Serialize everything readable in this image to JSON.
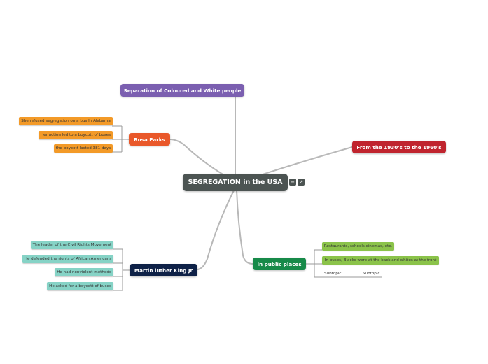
{
  "central": {
    "label": "SEGREGATION in the USA",
    "color": "#4c5452",
    "icons": [
      "notes-icon",
      "link-icon"
    ]
  },
  "topics": {
    "separation": {
      "label": "Separation of Coloured and White people",
      "color": "#7b5fb0"
    },
    "rosa": {
      "label": "Rosa Parks",
      "color": "#e9582a",
      "subtopics": [
        "She refused segregation on a bus In Alabama",
        "Her action led to a boycott of buses",
        "the boycott lasted 381 days"
      ]
    },
    "period": {
      "label": "From the 1930's to the 1960's",
      "color": "#c0242e"
    },
    "mlk": {
      "label": "Martin luther King Jr",
      "color": "#0e2147",
      "subtopics": [
        "The leader of the Civil Rights Movement",
        "He defended the rights of African Americans",
        "He had nonviolent methods",
        "He asked for a boycott of buses"
      ]
    },
    "public": {
      "label": "In public places",
      "color": "#178a49",
      "subtopics": [
        "Restaurants, schools,cinemas, etc.",
        "In buses, Blacks were at the back and whites at the front"
      ],
      "placeholders": [
        "Subtopic",
        "Subtopic"
      ]
    }
  },
  "colors": {
    "link": "#b8b8b8",
    "orange_sub": "#f39a28",
    "teal_sub": "#86d3c6",
    "green_sub": "#8bc34a"
  }
}
